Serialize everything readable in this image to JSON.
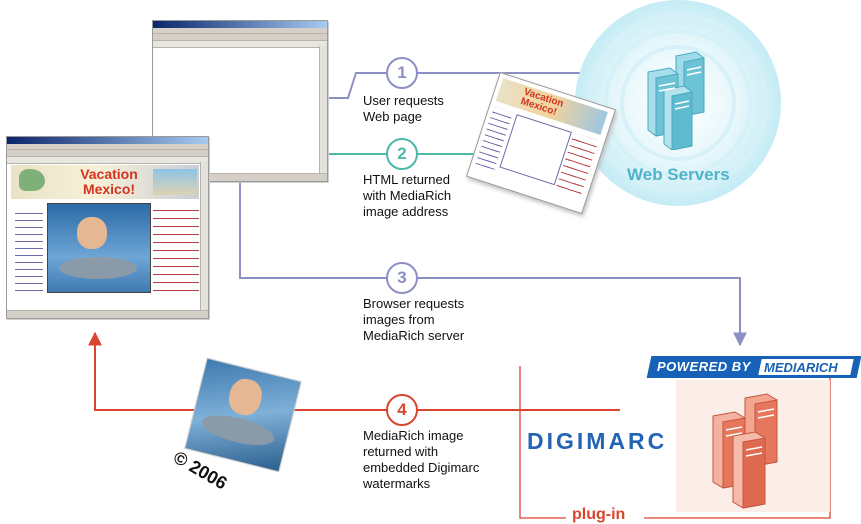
{
  "steps": [
    {
      "num": "1",
      "text": [
        "User requests",
        "Web page"
      ]
    },
    {
      "num": "2",
      "text": [
        "HTML returned",
        "with MediaRich",
        "image address"
      ]
    },
    {
      "num": "3",
      "text": [
        "Browser requests",
        "images from",
        "MediaRich server"
      ]
    },
    {
      "num": "4",
      "text": [
        "MediaRich image",
        "returned with",
        "embedded Digimarc",
        "watermarks"
      ]
    }
  ],
  "web_servers_label": "Web Servers",
  "powered_by": {
    "prefix": "Powered By",
    "brand": "MediaRich"
  },
  "digimarc_label": "DIGIMARC",
  "plugin_label": "plug-in",
  "copyright_text": "© 2006",
  "mockup_title": [
    "Vacation",
    "Mexico!"
  ],
  "colors": {
    "step1": "#8c8fc4",
    "step2": "#4bb8a8",
    "step3": "#8c8fc4",
    "step4": "#d9452f",
    "server_glow": "#cdeef5",
    "brand_blue": "#1762b8"
  }
}
